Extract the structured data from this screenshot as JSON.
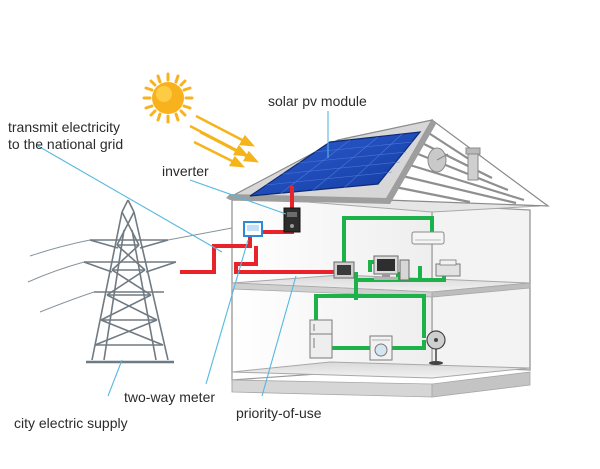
{
  "labels": {
    "solar_module": "solar pv module",
    "transmit_line1": "transmit electricity",
    "transmit_line2": "to the national grid",
    "inverter": "inverter",
    "two_way_meter": "two-way meter",
    "priority_of_use": "priority-of-use",
    "city_supply": "city electric supply"
  },
  "icons": [
    "sun-icon",
    "power-tower-icon",
    "solar-panel-icon",
    "inverter-icon",
    "meter-icon",
    "air-conditioner-icon",
    "tv-icon",
    "computer-icon",
    "printer-icon",
    "washing-machine-icon",
    "fridge-icon",
    "fan-icon",
    "satellite-dish-icon"
  ],
  "colors": {
    "feed_line": "#e8232a",
    "house_circuit": "#1db14a",
    "annotation_line": "#55b8e0",
    "solar_panel": "#1d48b8",
    "sun": "#f7b21e"
  }
}
